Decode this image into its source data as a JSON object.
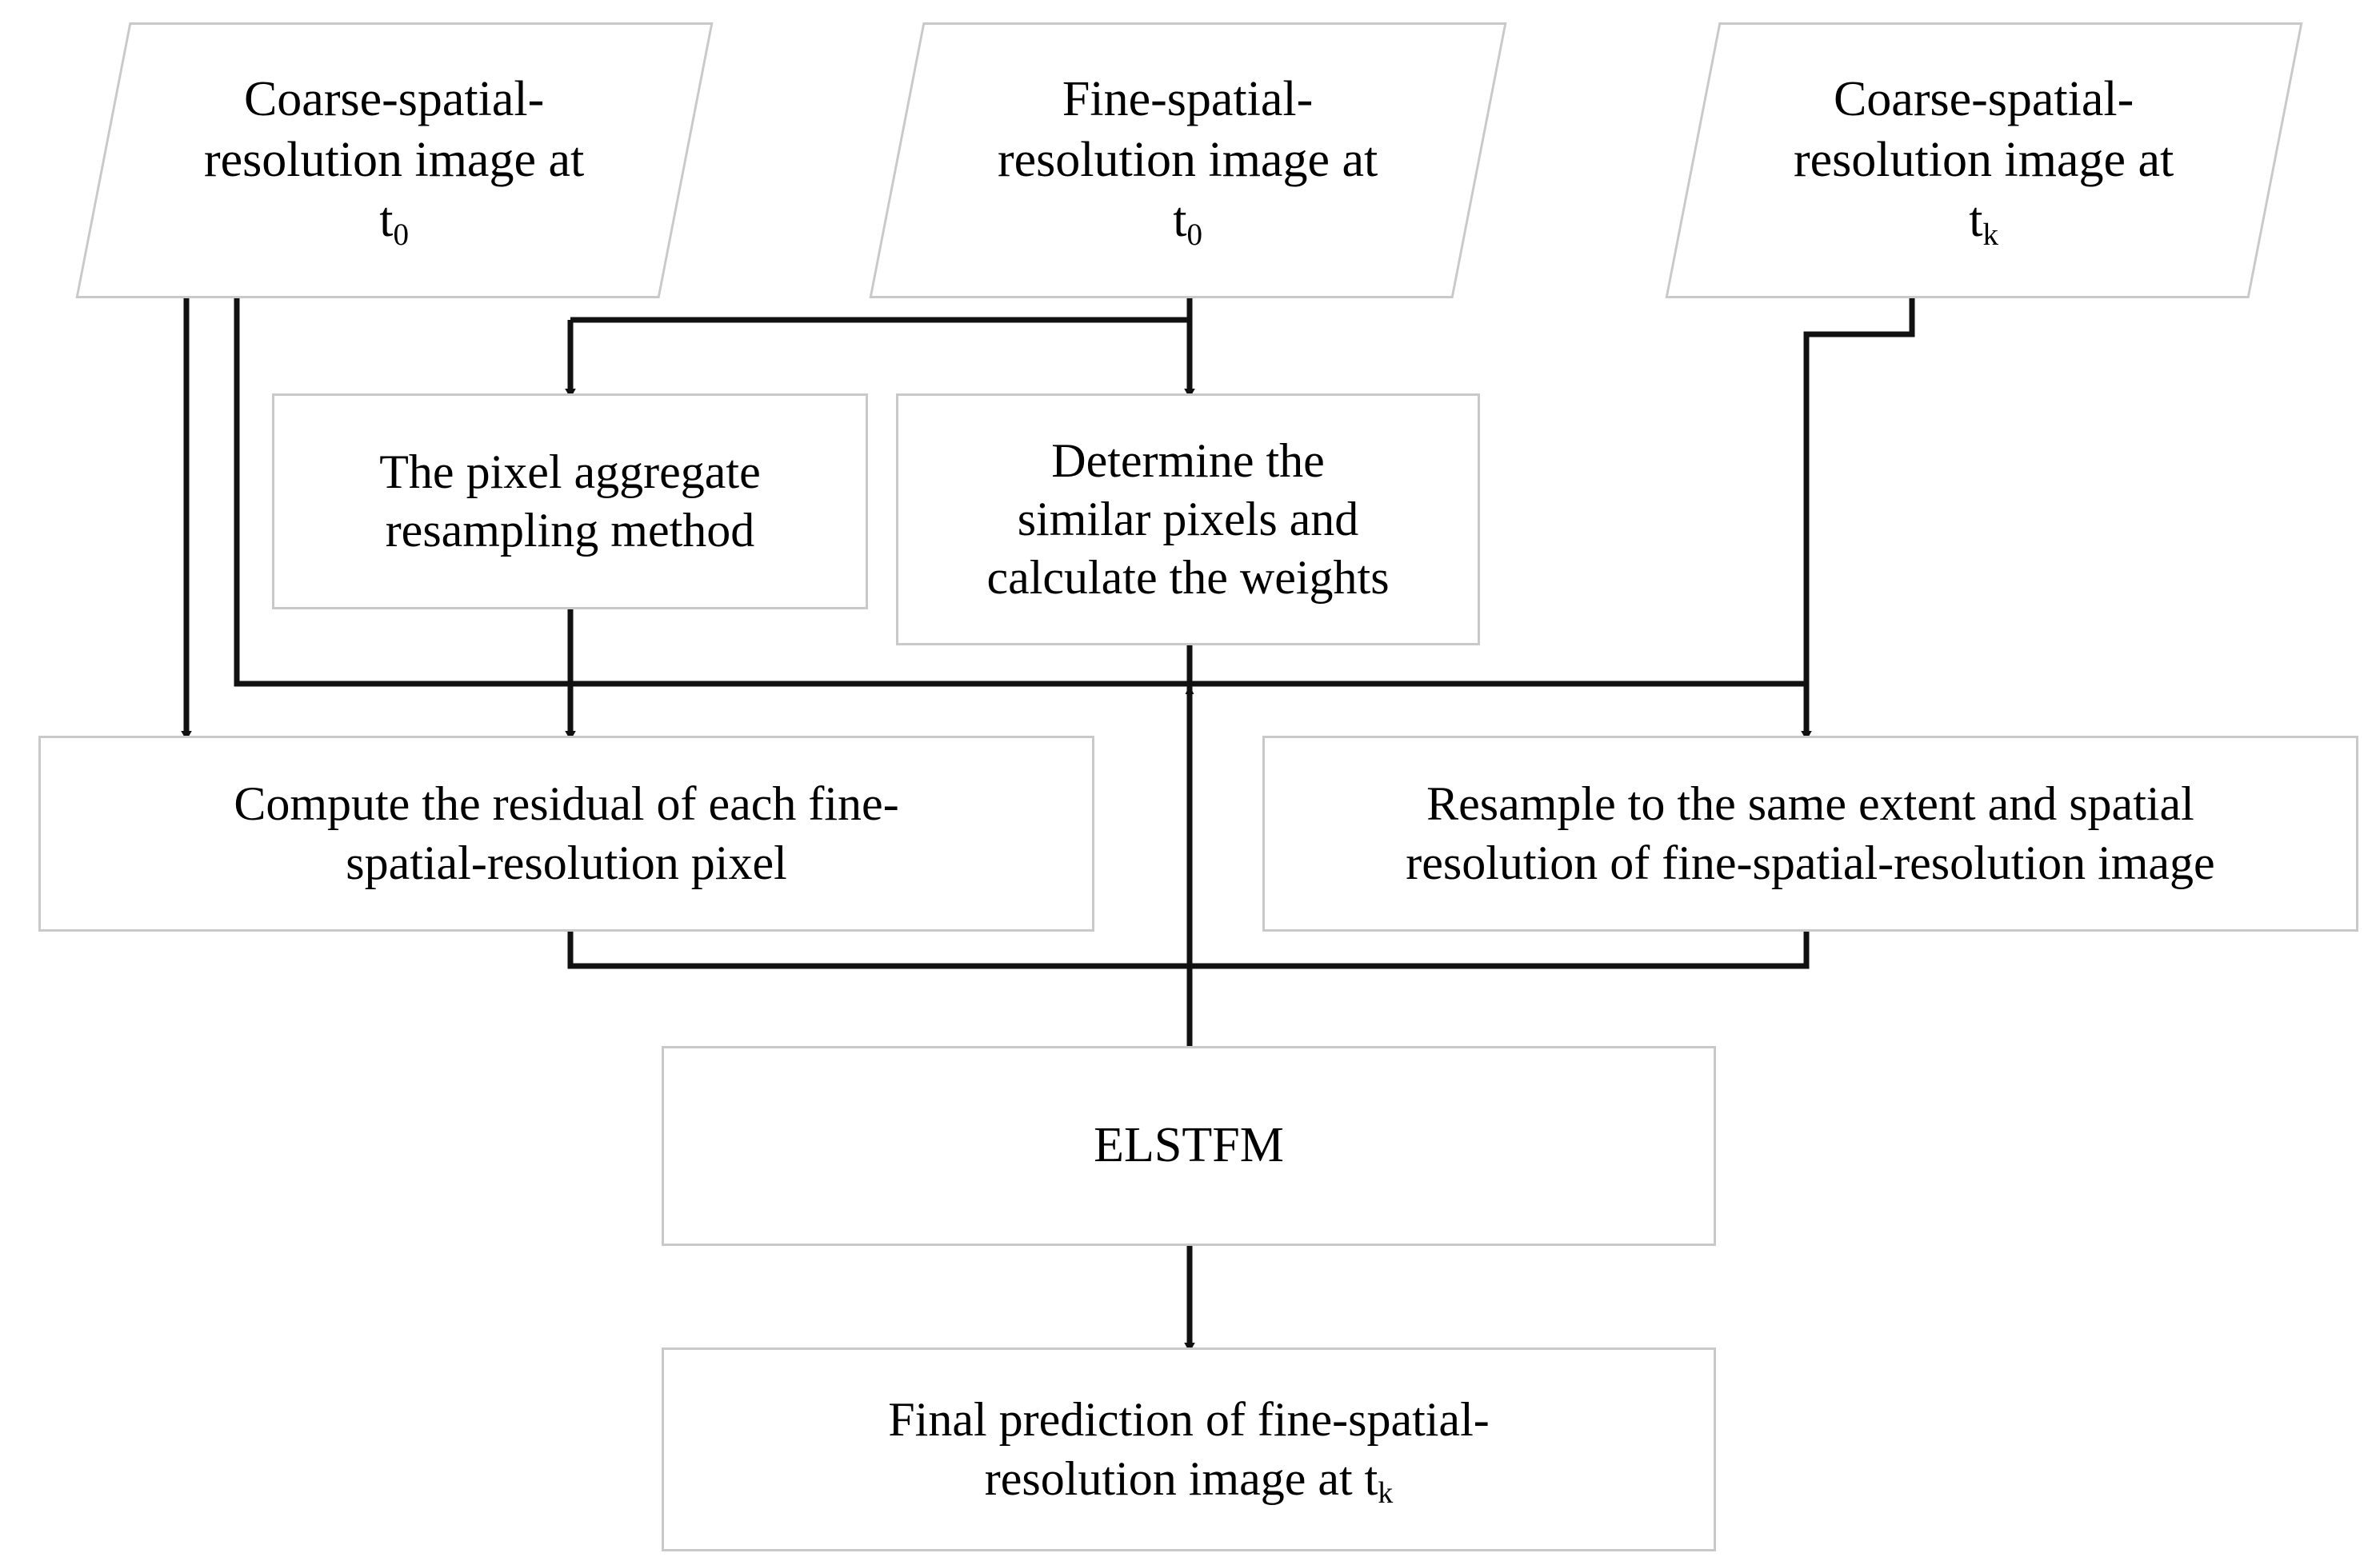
{
  "diagram": {
    "title": "ELSTFM spatiotemporal fusion workflow",
    "colors": {
      "box_border": "#c9c9c9",
      "connector": "#111111",
      "text": "#000000",
      "background": "#ffffff"
    },
    "nodes": [
      {
        "id": "coarse-t0",
        "shape": "parallelogram",
        "text": "Coarse-spatial-\nresolution image at\nt",
        "subscript": "0"
      },
      {
        "id": "fine-t0",
        "shape": "parallelogram",
        "text": "Fine-spatial-\nresolution image at\nt",
        "subscript": "0"
      },
      {
        "id": "coarse-tk",
        "shape": "parallelogram",
        "text": "Coarse-spatial-\nresolution image at\nt",
        "subscript": "k"
      },
      {
        "id": "pixel-aggregate",
        "shape": "rectangle",
        "text": "The pixel aggregate\nresampling method",
        "subscript": ""
      },
      {
        "id": "determine-weights",
        "shape": "rectangle",
        "text": "Determine the\nsimilar pixels and\ncalculate the weights",
        "subscript": ""
      },
      {
        "id": "compute-residual",
        "shape": "rectangle",
        "text": "Compute the residual of each fine-\nspatial-resolution pixel",
        "subscript": ""
      },
      {
        "id": "resample-extent",
        "shape": "rectangle",
        "text": "Resample to the same extent and spatial\nresolution of fine-spatial-resolution image",
        "subscript": ""
      },
      {
        "id": "elstfm",
        "shape": "rectangle",
        "text": "ELSTFM",
        "subscript": ""
      },
      {
        "id": "final-prediction",
        "shape": "rectangle",
        "text": "Final prediction of fine-spatial-\nresolution image at t",
        "subscript": "k"
      }
    ],
    "edges": [
      {
        "from": "coarse-t0",
        "to": "compute-residual"
      },
      {
        "from": "coarse-t0",
        "to": "pixel-aggregate-join"
      },
      {
        "from": "fine-t0",
        "to": "pixel-aggregate"
      },
      {
        "from": "fine-t0",
        "to": "determine-weights"
      },
      {
        "from": "coarse-tk",
        "to": "resample-extent"
      },
      {
        "from": "pixel-aggregate",
        "to": "compute-residual"
      },
      {
        "from": "determine-weights",
        "to": "elstfm"
      },
      {
        "from": "compute-residual",
        "to": "elstfm"
      },
      {
        "from": "resample-extent",
        "to": "elstfm"
      },
      {
        "from": "elstfm",
        "to": "final-prediction"
      }
    ]
  }
}
